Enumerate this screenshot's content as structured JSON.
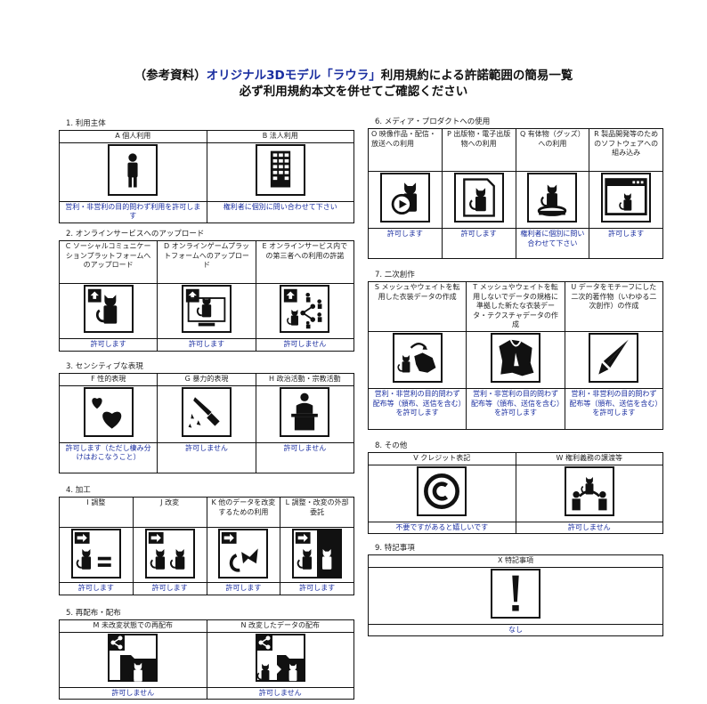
{
  "header": {
    "line1_prefix": "（参考資料）",
    "line1_highlight": "オリジナル3Dモデル「ラウラ」",
    "line1_suffix": "利用規約による許諾範囲の簡易一覧",
    "line2": "必ず利用規約本文を併せてご確認ください"
  },
  "colors": {
    "result_text": "#1a2ea0",
    "border": "#111111",
    "highlight": "#1a2ea0"
  },
  "sections": [
    {
      "label": "1. 利用主体",
      "items": [
        {
          "head": "A 個人利用",
          "icon": "person-icon",
          "result": "営利・非営利の目的問わず利用を許可します"
        },
        {
          "head": "B 法人利用",
          "icon": "building-icon",
          "result": "権利者に個別に問い合わせて下さい"
        }
      ]
    },
    {
      "label": "2. オンラインサービスへのアップロード",
      "items": [
        {
          "head": "C ソーシャルコミュニケーションプラットフォームへのアップロード",
          "icon": "upload-social-icon",
          "result": "許可します"
        },
        {
          "head": "D オンラインゲームプラットフォームへのアップロード",
          "icon": "upload-game-icon",
          "result": "許可します"
        },
        {
          "head": "E オンラインサービス内での第三者への利用の許諾",
          "icon": "upload-share-icon",
          "result": "許可しません"
        }
      ]
    },
    {
      "label": "3. センシティブな表現",
      "items": [
        {
          "head": "F 性的表現",
          "icon": "hearts-icon",
          "result": "許可します（ただし棲み分けはおこなうこと）"
        },
        {
          "head": "G 暴力的表現",
          "icon": "knife-icon",
          "result": "許可しません"
        },
        {
          "head": "H 政治活動・宗教活動",
          "icon": "podium-icon",
          "result": "許可しません"
        }
      ]
    },
    {
      "label": "4. 加工",
      "items": [
        {
          "head": "I 調整",
          "icon": "adjust-icon",
          "result": "許可します"
        },
        {
          "head": "J 改変",
          "icon": "modify-icon",
          "result": "許可します"
        },
        {
          "head": "K 他のデータを改変するための利用",
          "icon": "reuse-parts-icon",
          "result": "許可します"
        },
        {
          "head": "L 調整・改変の外部委託",
          "icon": "outsource-icon",
          "result": "許可します"
        }
      ]
    },
    {
      "label": "5. 再配布・配布",
      "items": [
        {
          "head": "M 未改変状態での再配布",
          "icon": "redistribute-icon",
          "result": "許可しません"
        },
        {
          "head": "N 改変したデータの配布",
          "icon": "distribute-modified-icon",
          "result": "許可しません"
        }
      ]
    },
    {
      "label": "6. メディア・プロダクトへの使用",
      "items": [
        {
          "head": "O 映像作品・配信・放送への利用",
          "icon": "video-icon",
          "result": "許可します"
        },
        {
          "head": "P 出版物・電子出版物への利用",
          "icon": "publication-icon",
          "result": "許可します"
        },
        {
          "head": "Q 有体物（グッズ）への利用",
          "icon": "figure-icon",
          "result": "権利者に個別に問い合わせて下さい"
        },
        {
          "head": "R 製品開発等のためのソフトウェアへの組み込み",
          "icon": "software-icon",
          "result": "許可します"
        }
      ]
    },
    {
      "label": "7. 二次創作",
      "items": [
        {
          "head": "S メッシュやウェイトを転用した衣装データの作成",
          "icon": "costume-transfer-icon",
          "result": "営利・非営利の目的問わず配布等（頒布、送信を含む）を許可します"
        },
        {
          "head": "T メッシュやウェイトを転用しないでデータの規格に準拠した新たな衣装データ・テクスチャデータの作成",
          "icon": "costume-icon",
          "result": "営利・非営利の目的問わず配布等（頒布、送信を含む）を許可します"
        },
        {
          "head": "U データをモチーフにした二次的著作物（いわゆる二次創作）の作成",
          "icon": "pen-icon",
          "result": "営利・非営利の目的問わず配布等（頒布、送信を含む）を許可します"
        }
      ]
    },
    {
      "label": "8. その他",
      "items": [
        {
          "head": "V クレジット表記",
          "icon": "copyright-icon",
          "result": "不要ですがあると嬉しいです"
        },
        {
          "head": "W 権利義務の譲渡等",
          "icon": "transfer-rights-icon",
          "result": "許可しません"
        }
      ]
    },
    {
      "label": "9. 特記事項",
      "items": [
        {
          "head": "X 特記事項",
          "icon": "exclamation-icon",
          "result": "なし"
        }
      ]
    }
  ]
}
